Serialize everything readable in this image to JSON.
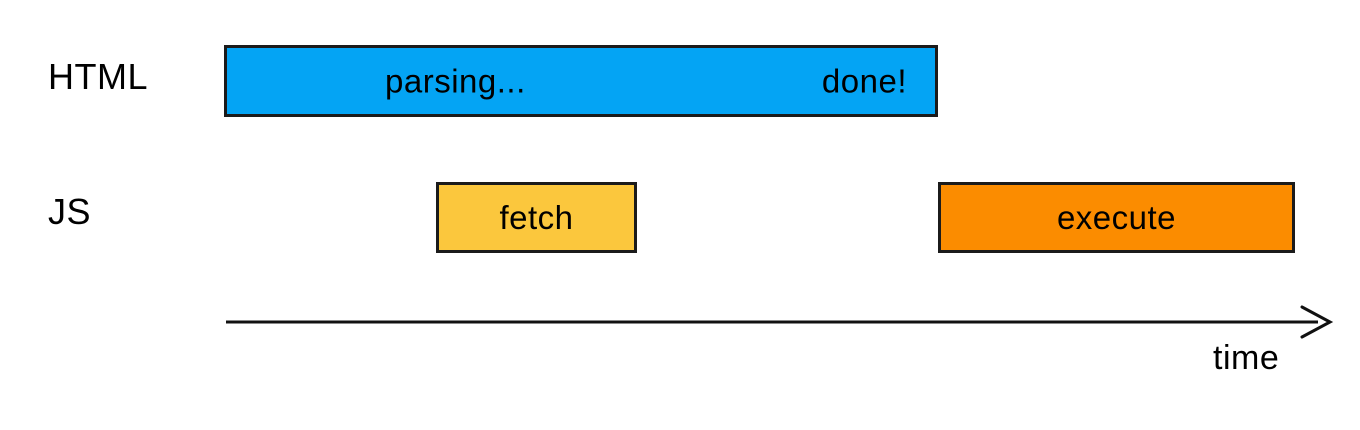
{
  "colors": {
    "background": "#ffffff",
    "border": "#1b1b1b",
    "text": "#000000",
    "axis": "#111111"
  },
  "rows": {
    "html": {
      "label": "HTML"
    },
    "js": {
      "label": "JS"
    }
  },
  "bars": {
    "parsing": {
      "row": "HTML",
      "text": "parsing...",
      "end_text": "done!",
      "color": "#04a4f4"
    },
    "fetch": {
      "row": "JS",
      "text": "fetch",
      "color": "#fbc73d"
    },
    "execute": {
      "row": "JS",
      "text": "execute",
      "color": "#fb8c00"
    }
  },
  "axis": {
    "label": "time"
  }
}
